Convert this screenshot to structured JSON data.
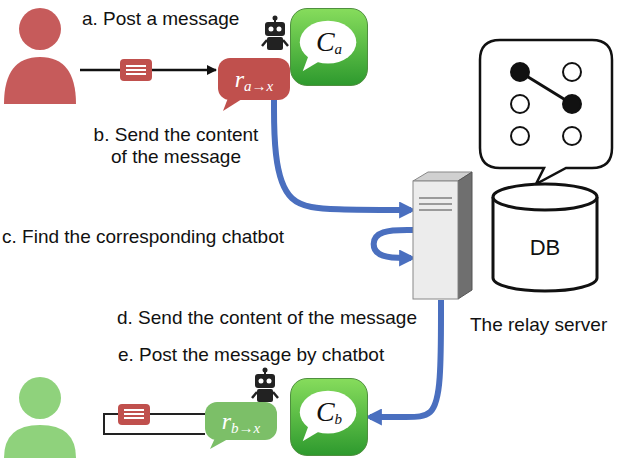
{
  "diagram": {
    "nodes": [
      {
        "text": [
          "r",
          "a→x"
        ]
      },
      {
        "text": [
          "C",
          "a"
        ]
      },
      {
        "text": [
          "The relay server"
        ]
      },
      {
        "text": [
          "DB"
        ]
      },
      {
        "text": [
          "r",
          "b→x"
        ]
      },
      {
        "text": [
          "C",
          "b"
        ]
      }
    ],
    "edges": [
      {
        "from": 0,
        "to": 2,
        "arrow": "to",
        "label": "b. Send the content of the message"
      },
      {
        "from": 2,
        "to": 2,
        "arrow": "to",
        "label": "c. Find the corresponding chatbot"
      },
      {
        "from": 2,
        "to": 5,
        "arrow": "to",
        "label": "d. Send the content of the message"
      }
    ],
    "labels": [
      "a. Post a message",
      "e. Post the message by chatbot"
    ]
  }
}
